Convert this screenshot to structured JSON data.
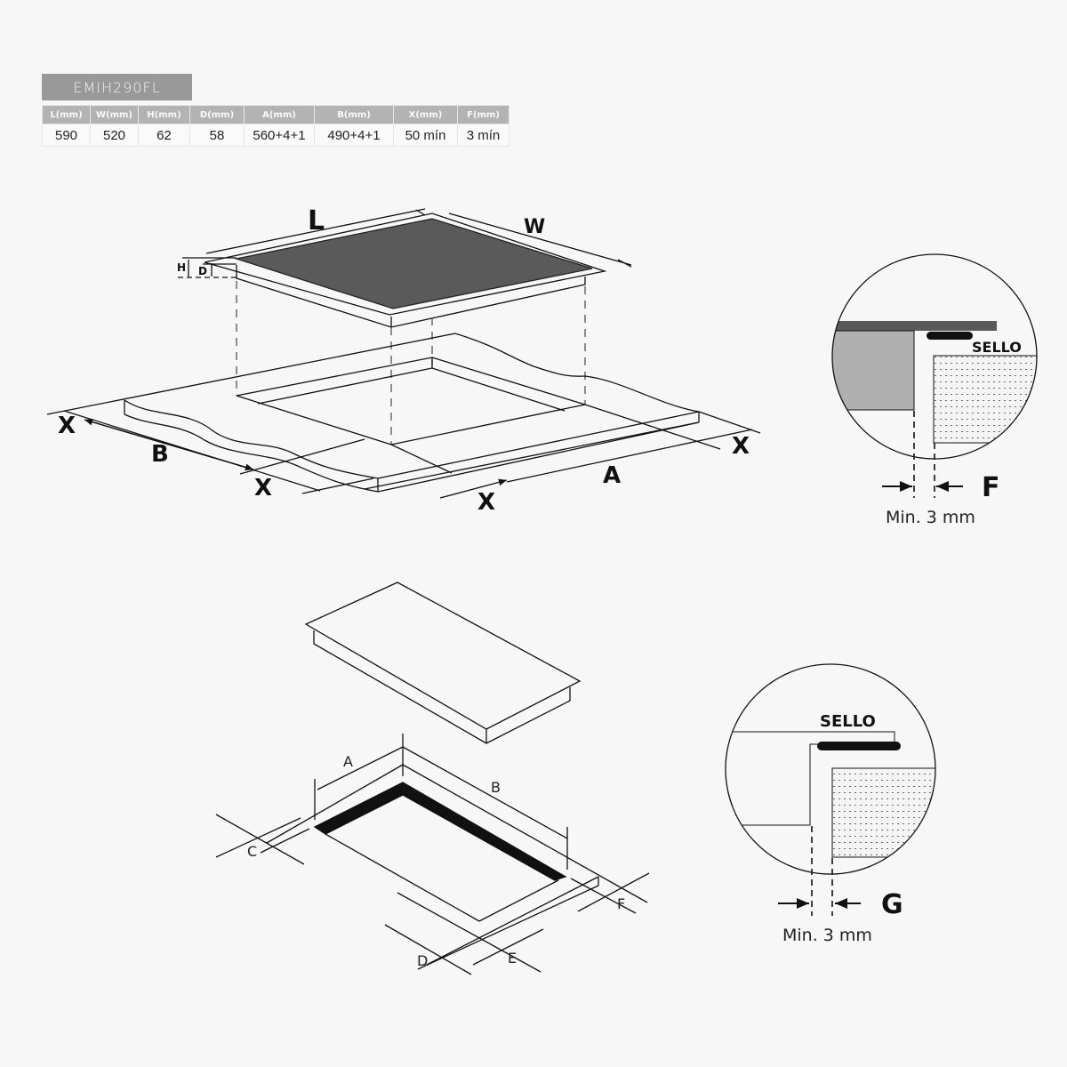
{
  "model": "EMIH290FL",
  "spec_table": {
    "headers": [
      "L(mm)",
      "W(mm)",
      "H(mm)",
      "D(mm)",
      "A(mm)",
      "B(mm)",
      "X(mm)",
      "F(mm)"
    ],
    "values": [
      "590",
      "520",
      "62",
      "58",
      "560+4+1",
      "490+4+1",
      "50 mín",
      "3 mín"
    ]
  },
  "top_diagram": {
    "labels": {
      "L": "L",
      "W": "W",
      "H": "H",
      "D": "D",
      "A": "A",
      "B": "B",
      "X1": "X",
      "X2": "X",
      "X3": "X",
      "X4": "X"
    }
  },
  "detail_f": {
    "seal_label": "SELLO",
    "gap_label": "F",
    "min_label": "Min. 3 mm"
  },
  "bottom_diagram": {
    "labels": {
      "A": "A",
      "B": "B",
      "C": "C",
      "D": "D",
      "E": "E",
      "F": "F"
    }
  },
  "detail_g": {
    "seal_label": "SELLO",
    "gap_label": "G",
    "min_label": "Min. 3 mm"
  },
  "colors": {
    "background": "#f7f7f7",
    "hob_glass": "#5a5a5a",
    "model_tag_bg": "#999999",
    "header_bg": "#b3b3b3",
    "cabinet_gray": "#b0b0b0"
  }
}
